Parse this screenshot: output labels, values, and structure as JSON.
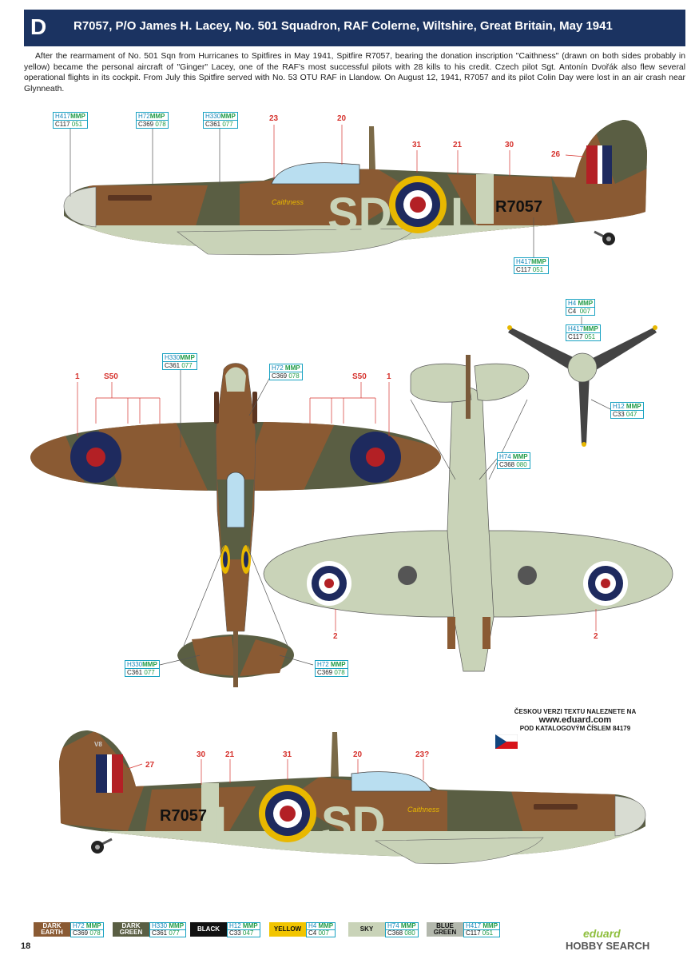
{
  "header": {
    "letter": "D",
    "title": "R7057, P/O James H. Lacey, No. 501 Squadron, RAF Colerne, Wiltshire, Great Britain, May 1941"
  },
  "intro": "After the rearmament of No. 501 Sqn from Hurricanes to Spitfires in May 1941, Spitfire R7057, bearing the donation inscription \"Caithness\" (drawn on both sides probably in yellow) became the personal aircraft of \"Ginger\" Lacey, one of the RAF's most successful pilots with 28 kills to his credit. Czech pilot Sgt. Antonín Dvořák also flew several operational flights in its cockpit. From July this Spitfire served with No. 53 OTU RAF in Llandow. On August 12, 1941, R7057 and its pilot Colin Day were lost in an air crash near Glynneath.",
  "markings": {
    "serial": "R7057",
    "code_left": "SD",
    "code_right": "L",
    "donation": "Caithness",
    "fin_code": "V8"
  },
  "codes": {
    "h417": {
      "h": "H417",
      "m": "MMP",
      "c": "C117",
      "n": "051"
    },
    "h72": {
      "h": "H72",
      "m": "MMP",
      "c": "C369",
      "n": "078"
    },
    "h330": {
      "h": "H330",
      "m": "MMP",
      "c": "C361",
      "n": "077"
    },
    "h4": {
      "h": "H4",
      "m": "MMP",
      "c": "C4",
      "n": "007"
    },
    "h12": {
      "h": "H12",
      "m": "MMP",
      "c": "C33",
      "n": "047"
    },
    "h74": {
      "h": "H74",
      "m": "MMP",
      "c": "C368",
      "n": "080"
    }
  },
  "stencils": {
    "s23": "23",
    "s20": "20",
    "s31": "31",
    "s21": "21",
    "s30": "30",
    "s26": "26",
    "s1": "1",
    "s50": "S50",
    "s2": "2",
    "s27": "27",
    "s23q": "23?"
  },
  "czech_note": {
    "line1": "ČESKOU VERZI TEXTU NALEZNETE NA",
    "url": "www.eduard.com",
    "line2": "POD KATALOGOVÝM ČÍSLEM 84179"
  },
  "palette": [
    {
      "name": "DARK EARTH",
      "color": "#8a5a33",
      "text": "#ffffff",
      "h": "H72",
      "m": "MMP",
      "c": "C369",
      "n": "078"
    },
    {
      "name": "DARK GREEN",
      "color": "#5a5e43",
      "text": "#ffffff",
      "h": "H330",
      "m": "MMP",
      "c": "C361",
      "n": "077"
    },
    {
      "name": "BLACK",
      "color": "#111111",
      "text": "#ffffff",
      "h": "H12",
      "m": "MMP",
      "c": "C33",
      "n": "047"
    },
    {
      "name": "YELLOW",
      "color": "#f2c500",
      "text": "#111111",
      "h": "H4",
      "m": "MMP",
      "c": "C4",
      "n": "007"
    },
    {
      "name": "SKY",
      "color": "#c9d3b8",
      "text": "#111111",
      "h": "H74",
      "m": "MMP",
      "c": "C368",
      "n": "080"
    },
    {
      "name": "BLUE GREEN",
      "color": "#b3b8ad",
      "text": "#111111",
      "h": "H417",
      "m": "MMP",
      "c": "C117",
      "n": "051"
    }
  ],
  "page_number": "18",
  "brand": "eduard",
  "watermark": "HOBBY SEARCH",
  "colors": {
    "header": "#1b3361",
    "earth": "#8a5a33",
    "green": "#5a5e43",
    "sky": "#c9d3b8",
    "roundel_blue": "#1e2a5e",
    "roundel_red": "#b32025",
    "yellow": "#e8b800"
  }
}
